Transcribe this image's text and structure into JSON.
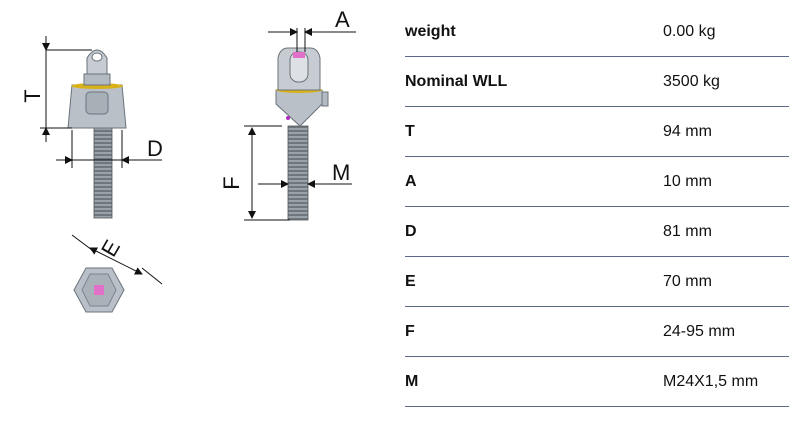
{
  "drawing": {
    "labels": {
      "T": "T",
      "D": "D",
      "E": "E",
      "A": "A",
      "F": "F",
      "M": "M"
    },
    "colors": {
      "metal": "#b9c0c8",
      "thread": "#8e969d",
      "band": "#d9b21a",
      "accent": "#e070c8",
      "line": "#111111"
    }
  },
  "specs": [
    {
      "key": "weight",
      "value": "0.00 kg"
    },
    {
      "key": "Nominal WLL",
      "value": "3500 kg"
    },
    {
      "key": "T",
      "value": "94 mm"
    },
    {
      "key": "A",
      "value": "10 mm"
    },
    {
      "key": "D",
      "value": "81 mm"
    },
    {
      "key": "E",
      "value": "70 mm"
    },
    {
      "key": "F",
      "value": "24-95 mm"
    },
    {
      "key": "M",
      "value": "M24X1,5 mm"
    }
  ]
}
